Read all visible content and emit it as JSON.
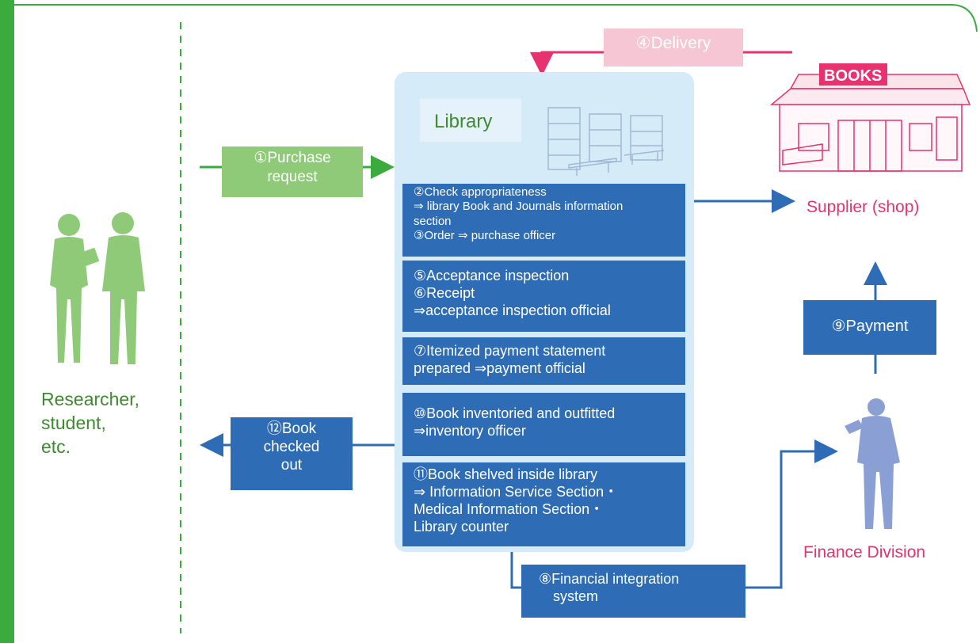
{
  "actors": {
    "researcher": [
      "Researcher,",
      "student,",
      "etc."
    ],
    "supplier": "Supplier (shop)",
    "finance": "Finance Division"
  },
  "library": {
    "title": "Library",
    "sign_text": "BOOKS"
  },
  "steps": {
    "s1": [
      "①Purchase",
      "request"
    ],
    "s4": "④Delivery",
    "s2_3": {
      "line1": "②Check appropriateness",
      "line2": "⇒ library Book and Journals information",
      "line3": "section",
      "line4": "③Order  ⇒ purchase officer"
    },
    "s5_6": [
      "⑤Acceptance inspection",
      "⑥Receipt",
      "⇒acceptance inspection official"
    ],
    "s7": [
      "⑦Itemized payment statement",
      "prepared ⇒payment official"
    ],
    "s10": [
      "⑩Book inventoried and outfitted",
      "⇒inventory officer"
    ],
    "s11": [
      "⑪Book shelved inside library",
      "⇒ Information Service Section・",
      "Medical Information Section・",
      "Library counter"
    ],
    "s12": [
      "⑫Book",
      "checked",
      "out"
    ],
    "s8": [
      "⑧Financial integration",
      "system"
    ],
    "s9": "⑨Payment"
  },
  "colors": {
    "frame_green": "#3bab3e",
    "step_blue": "#2e6db6",
    "arrow_blue": "#2e6db6",
    "pink": "#e8316f",
    "person_green": "#8fca78",
    "person_blue": "#8a9fd3"
  }
}
